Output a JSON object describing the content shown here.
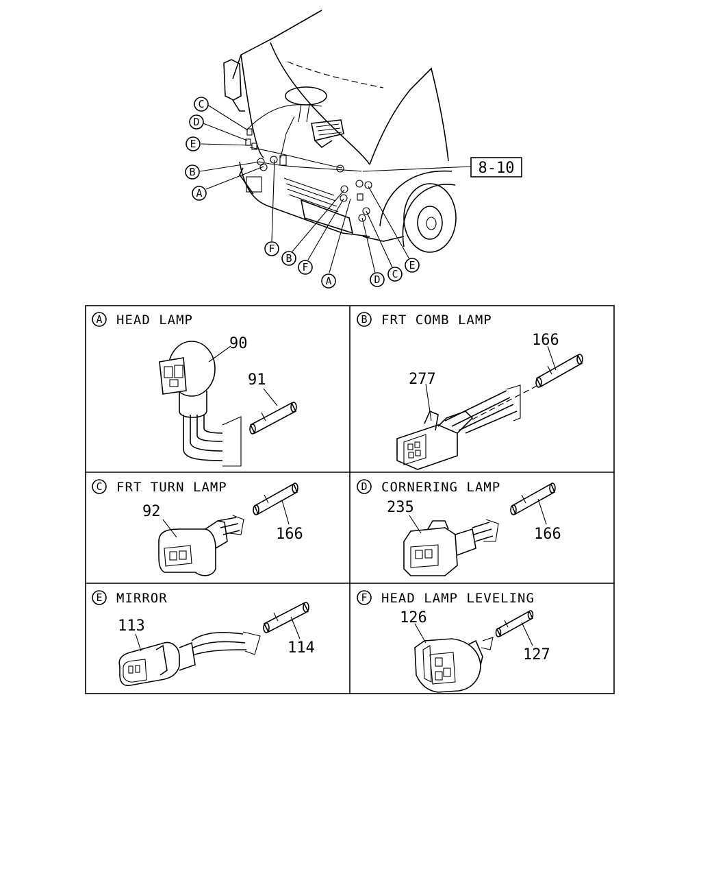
{
  "overview": {
    "ref_box": "8-10",
    "left_callouts": [
      "C",
      "D",
      "E",
      "B",
      "A"
    ],
    "bottom_callouts": [
      "F",
      "B",
      "F",
      "A",
      "D",
      "C",
      "E"
    ]
  },
  "panels": [
    {
      "letter": "A",
      "title": "HEAD LAMP",
      "parts": [
        "90",
        "91"
      ]
    },
    {
      "letter": "B",
      "title": "FRT COMB LAMP",
      "parts": [
        "166",
        "277"
      ]
    },
    {
      "letter": "C",
      "title": "FRT TURN LAMP",
      "parts": [
        "92",
        "166"
      ]
    },
    {
      "letter": "D",
      "title": "CORNERING LAMP",
      "parts": [
        "235",
        "166"
      ]
    },
    {
      "letter": "E",
      "title": "MIRROR",
      "parts": [
        "113",
        "114"
      ]
    },
    {
      "letter": "F",
      "title": "HEAD LAMP LEVELING",
      "parts": [
        "126",
        "127"
      ]
    }
  ]
}
